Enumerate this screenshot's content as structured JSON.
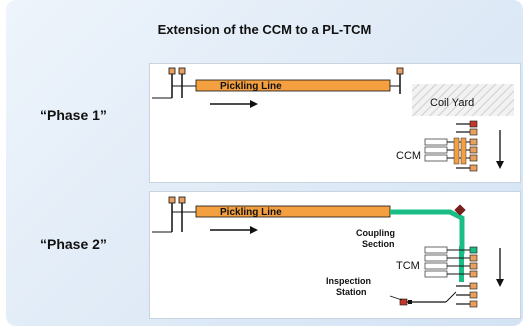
{
  "title": "Extension of the CCM to a PL-TCM",
  "phase1": {
    "label": "“Phase 1”",
    "line_label": "Pickling Line",
    "coil_yard_label": "Coil Yard",
    "mill_label": "CCM"
  },
  "phase2": {
    "label": "“Phase 2”",
    "line_label": "Pickling Line",
    "coupling_label_1": "Coupling",
    "coupling_label_2": "Section",
    "mill_label": "TCM",
    "inspection_label_1": "Inspection",
    "inspection_label_2": "Station"
  },
  "colors": {
    "background": "#dde9f6",
    "pickling_line": "#f4a040",
    "coupling": "#1bbd86",
    "panel": "#ffffff",
    "stand_red": "#c0392b"
  }
}
